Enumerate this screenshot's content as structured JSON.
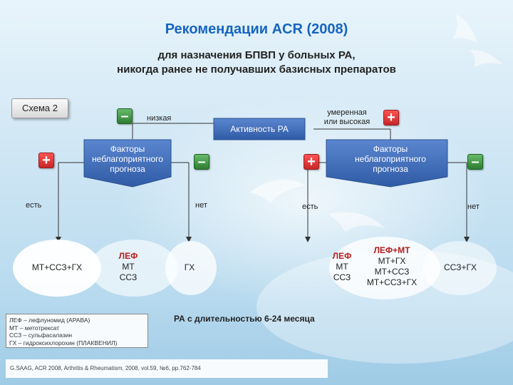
{
  "slide": {
    "title": "Рекомендации ACR (2008)",
    "subtitle_line1": "для назначения БПВП у больных РА,",
    "subtitle_line2": "никогда ранее не получавших базисных препаратов"
  },
  "scheme_label": "Схема 2",
  "activity_box": "Активность РА",
  "branch_low": "низкая",
  "branch_high_line1": "умеренная",
  "branch_high_line2": "или высокая",
  "factors_box": {
    "line1": "Факторы",
    "line2": "неблагоприятного",
    "line3": "прогноза"
  },
  "yes_label": "есть",
  "no_label": "нет",
  "symbols": {
    "plus": "+",
    "minus": "–"
  },
  "outcomes": {
    "mt_ssz_gx": "МТ+ССЗ+ГХ",
    "lef_list": [
      "ЛЕФ",
      "МТ",
      "ССЗ"
    ],
    "gx": "ГХ",
    "combo_list": [
      "ЛЕФ+МТ",
      "МТ+ГХ",
      "МТ+ССЗ",
      "МТ+ССЗ+ГХ"
    ],
    "ssz_gx": "ССЗ+ГХ"
  },
  "legend": [
    "ЛЕФ – лефлуномид (АРАВА)",
    "МТ – метотрексат",
    "ССЗ – сульфасалазин",
    "ГХ – гидроксихлорохин (ПЛАКВЕНИЛ)"
  ],
  "duration": "РА с длительностью 6-24 месяца",
  "reference": "G.SAAG, ACR 2008, Arthritis & Rheumatism, 2008, vol.59, №6, pp.762-784",
  "colors": {
    "title": "#1565c0",
    "box_fill": "#3f6db5",
    "plus": "#d32f2f",
    "minus": "#388e3c"
  }
}
